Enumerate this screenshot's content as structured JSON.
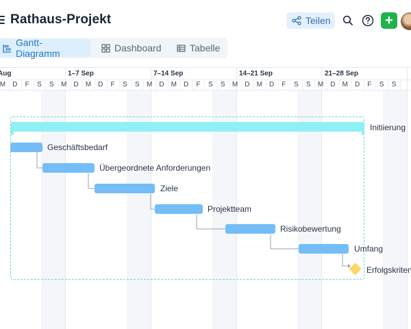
{
  "header": {
    "title": "Rathaus-Projekt",
    "share_label": "Teilen",
    "add_label": "+"
  },
  "tabs": [
    {
      "label": "Gantt-Diagramm",
      "active": true
    },
    {
      "label": "Dashboard",
      "active": false
    },
    {
      "label": "Tabelle",
      "active": false
    }
  ],
  "timeline": {
    "weeks": [
      "Aug",
      "1–7 Sep",
      "7–14 Sep",
      "14–21 Sep",
      "21–28 Sep"
    ],
    "days": [
      "M",
      "D",
      "F",
      "S",
      "S",
      "M",
      "D",
      "M",
      "D",
      "F",
      "S",
      "S",
      "M",
      "D",
      "M",
      "D",
      "F",
      "S",
      "S",
      "M",
      "D",
      "M",
      "D",
      "F",
      "S",
      "S",
      "M",
      "D",
      "M",
      "D",
      "F",
      "S",
      "S"
    ]
  },
  "tasks": {
    "group": "Initiierung",
    "items": [
      "Geschäftsbedarf",
      "Übergeordnete Anforderungen",
      "Ziele",
      "Projektteam",
      "Risikobewertung",
      "Umfang",
      "Erfolgskriten"
    ]
  },
  "colors": {
    "accent": "#2a79c1",
    "task": "#74bdf7",
    "group": "#8ff0f5",
    "milestone": "#f8d86a",
    "add": "#22b24c"
  },
  "icons": {
    "menu": "hamburger-icon",
    "share": "share-icon",
    "search": "search-icon",
    "help": "help-icon",
    "add": "plus-icon",
    "gantt": "gantt-icon",
    "dashboard": "dashboard-icon",
    "table": "table-icon"
  }
}
